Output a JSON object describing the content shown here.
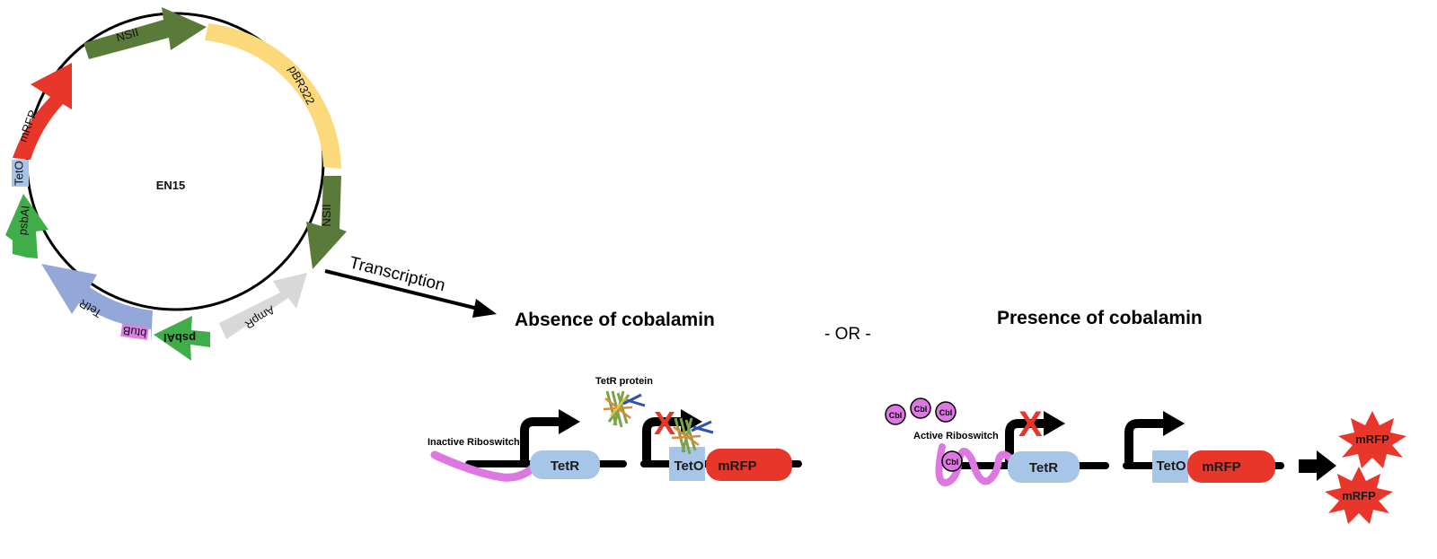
{
  "plasmid": {
    "name": "EN15",
    "segments": {
      "nsii_top": "NSII",
      "pbr322": "pBR322",
      "nsii_right": "NSII",
      "ampr": "AmpR",
      "psbai_bottom": "psbAI",
      "btub": "btuB",
      "tetr": "TetR",
      "psbai_left": "psbAI",
      "teto": "TetO",
      "mrfp": "mRFP"
    }
  },
  "arrow_label": "Transcription",
  "separator": "- OR -",
  "absence": {
    "title": "Absence of cobalamin",
    "riboswitch_label": "Inactive Riboswitch",
    "protein_label": "TetR protein",
    "tetr": "TetR",
    "teto": "TetO",
    "mrfp": "mRFP",
    "blocked_mark": "X"
  },
  "presence": {
    "title": "Presence of cobalamin",
    "riboswitch_label": "Active Riboswitch",
    "cbl": "Cbl",
    "tetr": "TetR",
    "teto": "TetO",
    "mrfp": "mRFP",
    "output_1": "mRFP",
    "output_2": "mRFP",
    "blocked_mark": "X"
  },
  "colors": {
    "nsii": "#5a7a3a",
    "pbr322": "#fcd97a",
    "ampr": "#d8d8d8",
    "psbai": "#3fae49",
    "tetr": "#93a8d9",
    "btub": "#e07fe6",
    "teto": "#a7c5e6",
    "mrfp": "#e8362a",
    "riboswitch": "#dd77e2",
    "block_x": "#e8362a"
  }
}
